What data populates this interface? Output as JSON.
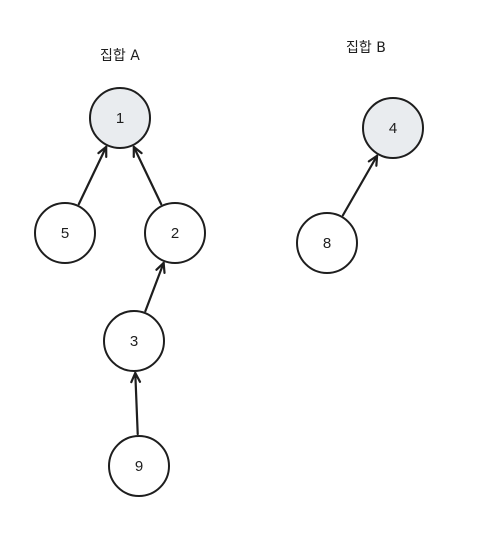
{
  "sets": [
    {
      "title": "집합 A"
    },
    {
      "title": "집합 B"
    }
  ],
  "nodes": [
    {
      "id": "1",
      "label": "1",
      "root": true
    },
    {
      "id": "5",
      "label": "5",
      "root": false
    },
    {
      "id": "2",
      "label": "2",
      "root": false
    },
    {
      "id": "3",
      "label": "3",
      "root": false
    },
    {
      "id": "9",
      "label": "9",
      "root": false
    },
    {
      "id": "4",
      "label": "4",
      "root": true
    },
    {
      "id": "8",
      "label": "8",
      "root": false
    }
  ],
  "edges": [
    {
      "from": "5",
      "to": "1"
    },
    {
      "from": "2",
      "to": "1"
    },
    {
      "from": "3",
      "to": "2"
    },
    {
      "from": "9",
      "to": "3"
    },
    {
      "from": "8",
      "to": "4"
    }
  ],
  "colors": {
    "stroke": "#1e1e1e",
    "root_fill": "#e9ecef",
    "node_fill": "#ffffff"
  }
}
